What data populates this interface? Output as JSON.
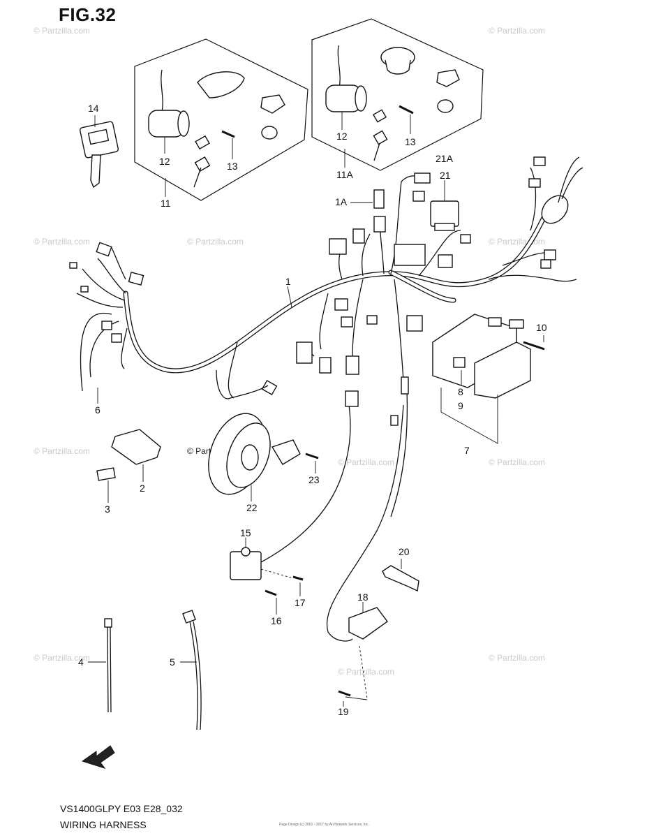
{
  "figure": {
    "title": "FIG.32",
    "model_code": "VS1400GLPY E03 E28_032",
    "name": "WIRING HARNESS",
    "copyright_line": "Page Design (c) 2001 - 2017 by Ari Network Services, Inc."
  },
  "watermark": "© Partzilla.com",
  "callouts": [
    {
      "id": "c14",
      "label": "14"
    },
    {
      "id": "c12a",
      "label": "12"
    },
    {
      "id": "c13a",
      "label": "13"
    },
    {
      "id": "c11",
      "label": "11"
    },
    {
      "id": "c12b",
      "label": "12"
    },
    {
      "id": "c13b",
      "label": "13"
    },
    {
      "id": "c11a",
      "label": "11A"
    },
    {
      "id": "c21a",
      "label": "21A"
    },
    {
      "id": "c21",
      "label": "21"
    },
    {
      "id": "c1a",
      "label": "1A"
    },
    {
      "id": "c1",
      "label": "1"
    },
    {
      "id": "c10",
      "label": "10"
    },
    {
      "id": "c8",
      "label": "8"
    },
    {
      "id": "c9",
      "label": "9"
    },
    {
      "id": "c7",
      "label": "7"
    },
    {
      "id": "c6",
      "label": "6"
    },
    {
      "id": "c2",
      "label": "2"
    },
    {
      "id": "c3",
      "label": "3"
    },
    {
      "id": "c22",
      "label": "22"
    },
    {
      "id": "c23",
      "label": "23"
    },
    {
      "id": "c15",
      "label": "15"
    },
    {
      "id": "c17",
      "label": "17"
    },
    {
      "id": "c16",
      "label": "16"
    },
    {
      "id": "c20",
      "label": "20"
    },
    {
      "id": "c18",
      "label": "18"
    },
    {
      "id": "c19",
      "label": "19"
    },
    {
      "id": "c4",
      "label": "4"
    },
    {
      "id": "c5",
      "label": "5"
    }
  ],
  "icons": {
    "fwd_arrow": "fwd-arrow-icon"
  }
}
